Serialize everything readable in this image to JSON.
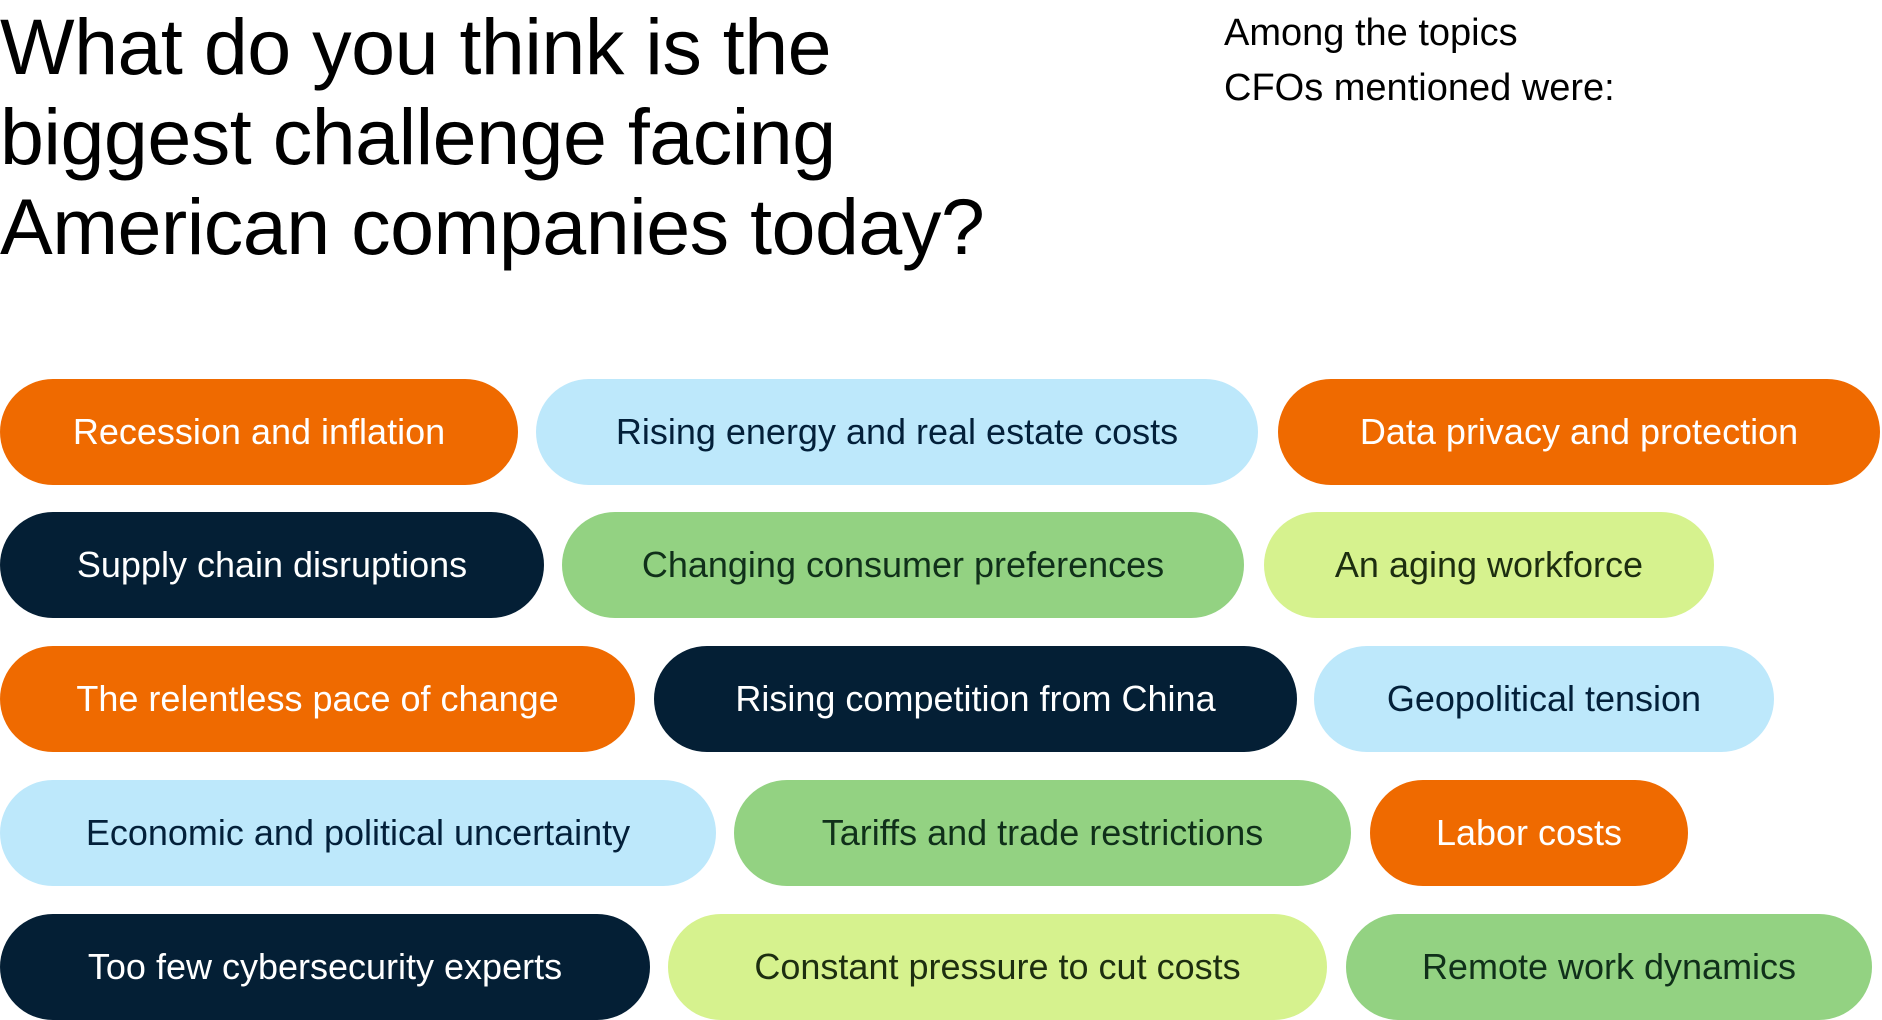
{
  "title": {
    "lines": [
      "What do you think is the",
      "biggest challenge facing",
      "American companies today?"
    ]
  },
  "subtitle": {
    "lines": [
      "Among the topics",
      "CFOs mentioned were:"
    ]
  },
  "colors": {
    "orange": "#ef6a00",
    "light_blue": "#bde8fb",
    "navy": "#041f35",
    "green": "#93d282",
    "lime": "#d6f28e"
  },
  "topics": [
    {
      "label": "Recession and inflation",
      "color": "orange"
    },
    {
      "label": "Rising energy and real estate costs",
      "color": "light_blue"
    },
    {
      "label": "Data privacy and protection",
      "color": "orange"
    },
    {
      "label": "Supply chain disruptions",
      "color": "navy"
    },
    {
      "label": "Changing consumer preferences",
      "color": "green"
    },
    {
      "label": "An aging workforce",
      "color": "lime"
    },
    {
      "label": "The relentless pace of change",
      "color": "orange"
    },
    {
      "label": "Rising competition from China",
      "color": "navy"
    },
    {
      "label": "Geopolitical tension",
      "color": "light_blue"
    },
    {
      "label": "Economic and political uncertainty",
      "color": "light_blue"
    },
    {
      "label": "Tariffs and trade restrictions",
      "color": "green"
    },
    {
      "label": "Labor costs",
      "color": "orange"
    },
    {
      "label": "Too few cybersecurity experts",
      "color": "navy"
    },
    {
      "label": "Constant pressure to cut costs",
      "color": "lime"
    },
    {
      "label": "Remote work dynamics",
      "color": "green"
    }
  ]
}
